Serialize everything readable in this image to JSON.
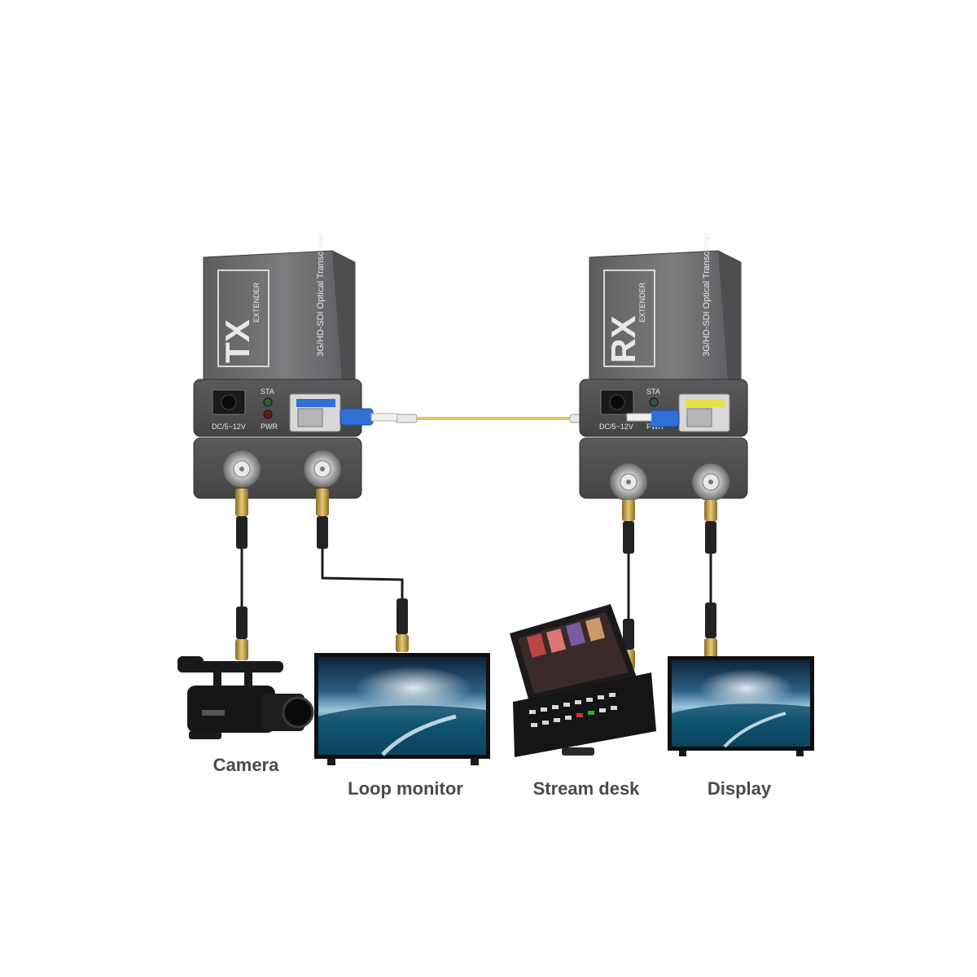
{
  "tx_unit": {
    "badge": "TX",
    "subtitle": "EXTENDER",
    "model": "3G/HD-SDI Optical Transceiver",
    "led_top": "STA",
    "led_bottom": "PWR",
    "power": "DC/5~12V"
  },
  "rx_unit": {
    "badge": "RX",
    "subtitle": "EXTENDER",
    "model": "3G/HD-SDI Optical Transceiver",
    "led_top": "STA",
    "led_bottom": "PWR",
    "power": "DC/5~12V"
  },
  "devices": {
    "camera": "Camera",
    "loop_monitor": "Loop monitor",
    "stream_desk": "Stream desk",
    "display": "Display"
  },
  "colors": {
    "unit_body": "#6b6b6d",
    "unit_face": "#555557",
    "fiber": "#e6c75a",
    "sfp_blue": "#2f6fd6",
    "sfp_yellow": "#e8e04a",
    "bnc_gold": "#c9a64a",
    "cable": "#1c1c1c"
  }
}
